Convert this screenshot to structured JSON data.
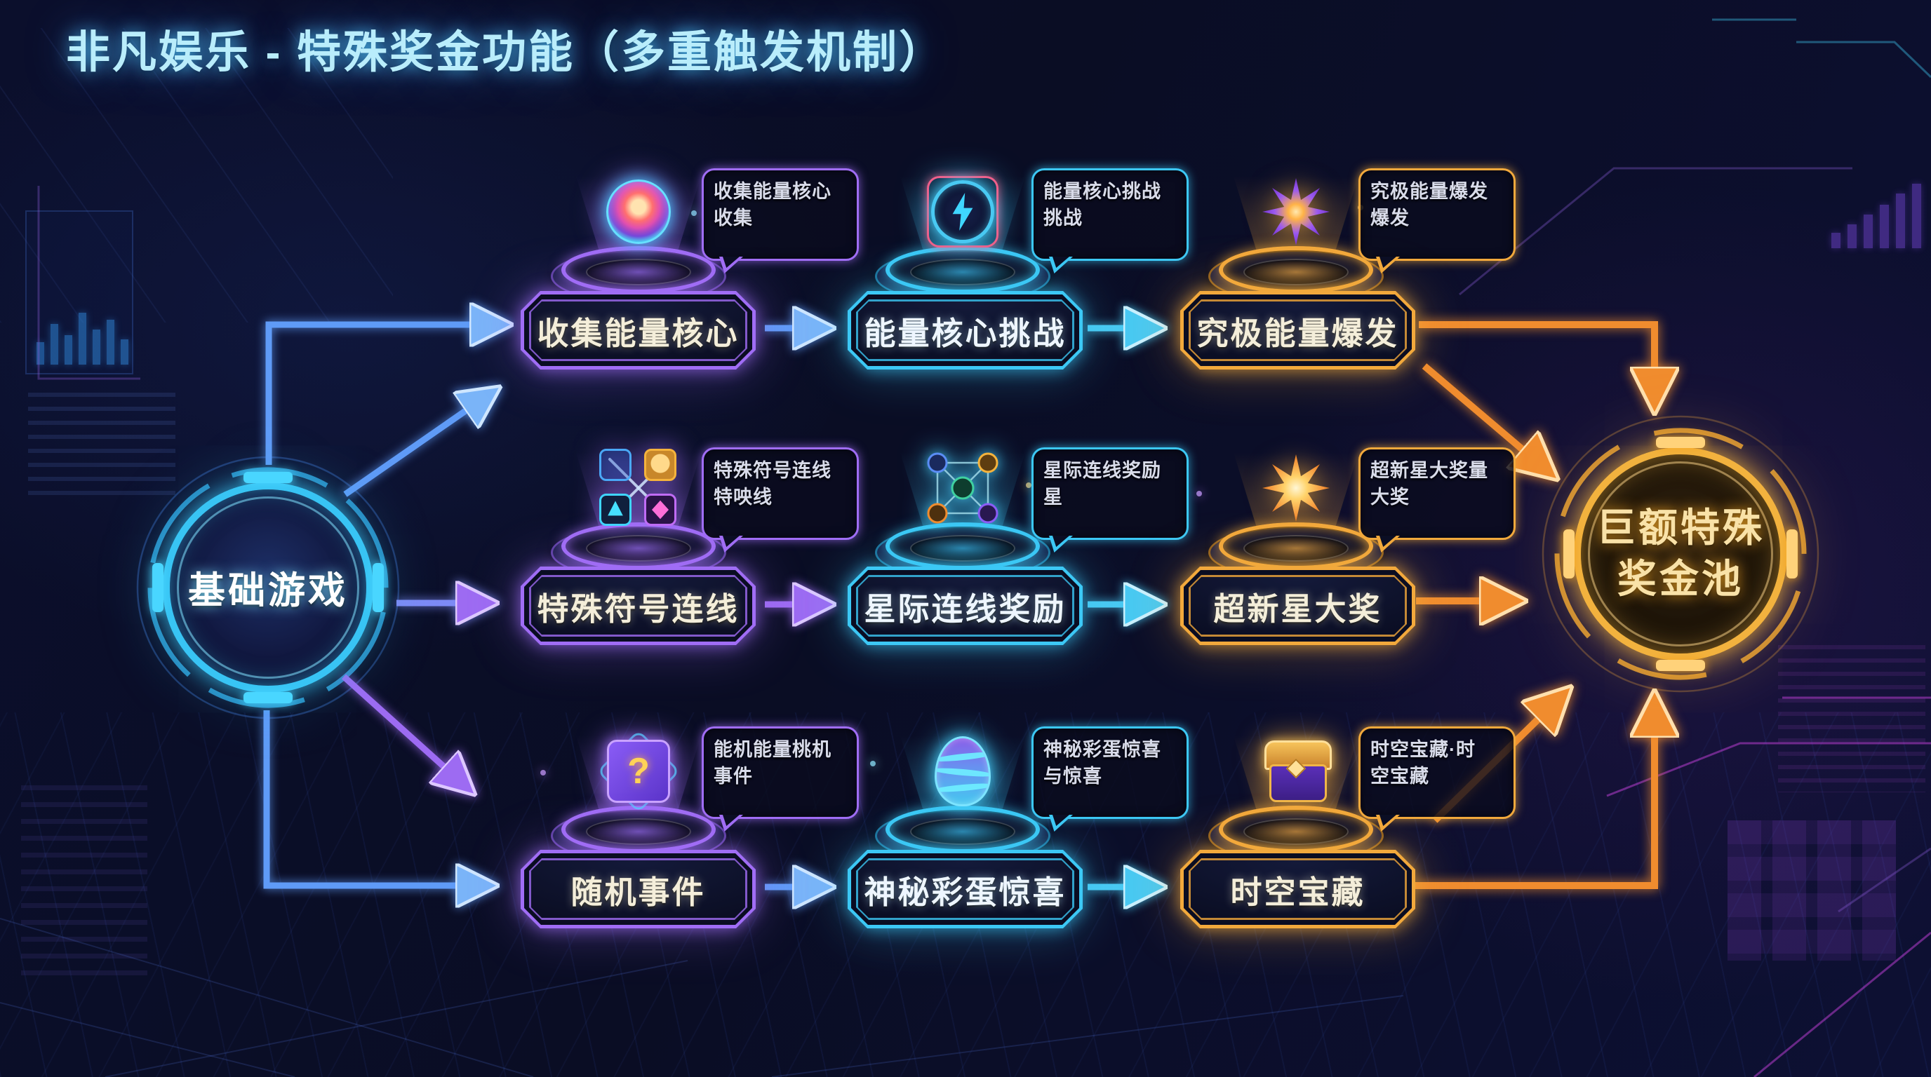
{
  "page": {
    "title": "非凡娱乐 - 特殊奖金功能（多重触发机制）"
  },
  "colors": {
    "background": "#0a0d24",
    "title_text": "#b9edfb",
    "hub_start_ring": "#38c4f4",
    "hub_end_ring": "#f2b23e",
    "purple_accent": "#a06df5",
    "cyan_accent": "#3cc8f5",
    "gold_accent": "#f2a93c",
    "arrow_blue": "#5f9bf7",
    "arrow_purple": "#9d6bf2",
    "arrow_cyan": "#49c9f2",
    "arrow_orange": "#f08c2e"
  },
  "hub_start": {
    "label": "基础游戏"
  },
  "hub_end": {
    "line1": "巨额特殊",
    "line2": "奖金池"
  },
  "flow": {
    "rows": [
      {
        "steps": [
          {
            "label": "收集能量核心",
            "bubble_line1": "收集能量核心",
            "bubble_line2": "收集",
            "icon": "energy-orb-icon"
          },
          {
            "label": "能量核心挑战",
            "bubble_line1": "能量核心挑战",
            "bubble_line2": "挑战",
            "icon": "lightning-medallion-icon"
          },
          {
            "label": "究极能量爆发",
            "bubble_line1": "究极能量爆发",
            "bubble_line2": "爆发",
            "icon": "violet-starburst-icon"
          }
        ]
      },
      {
        "steps": [
          {
            "label": "特殊符号连线",
            "bubble_line1": "特殊符号连线",
            "bubble_line2": "特咉线",
            "icon": "symbol-tiles-icon"
          },
          {
            "label": "星际连线奖励",
            "bubble_line1": "星际连线奖励",
            "bubble_line2": "星",
            "icon": "node-network-icon"
          },
          {
            "label": "超新星大奖",
            "bubble_line1": "超新星大奖量",
            "bubble_line2": "大奖",
            "icon": "supernova-sun-icon"
          }
        ]
      },
      {
        "steps": [
          {
            "label": "随机事件",
            "bubble_line1": "能机能量桃机",
            "bubble_line2": "事件",
            "icon": "question-card-icon",
            "icon_glyph": "?"
          },
          {
            "label": "神秘彩蛋惊喜",
            "bubble_line1": "神秘彩蛋惊喜",
            "bubble_line2": "与惊喜",
            "icon": "mystery-egg-icon"
          },
          {
            "label": "时空宝藏",
            "bubble_line1": "时空宝藏·时",
            "bubble_line2": "空宝藏",
            "icon": "treasure-chest-icon"
          }
        ]
      }
    ]
  }
}
